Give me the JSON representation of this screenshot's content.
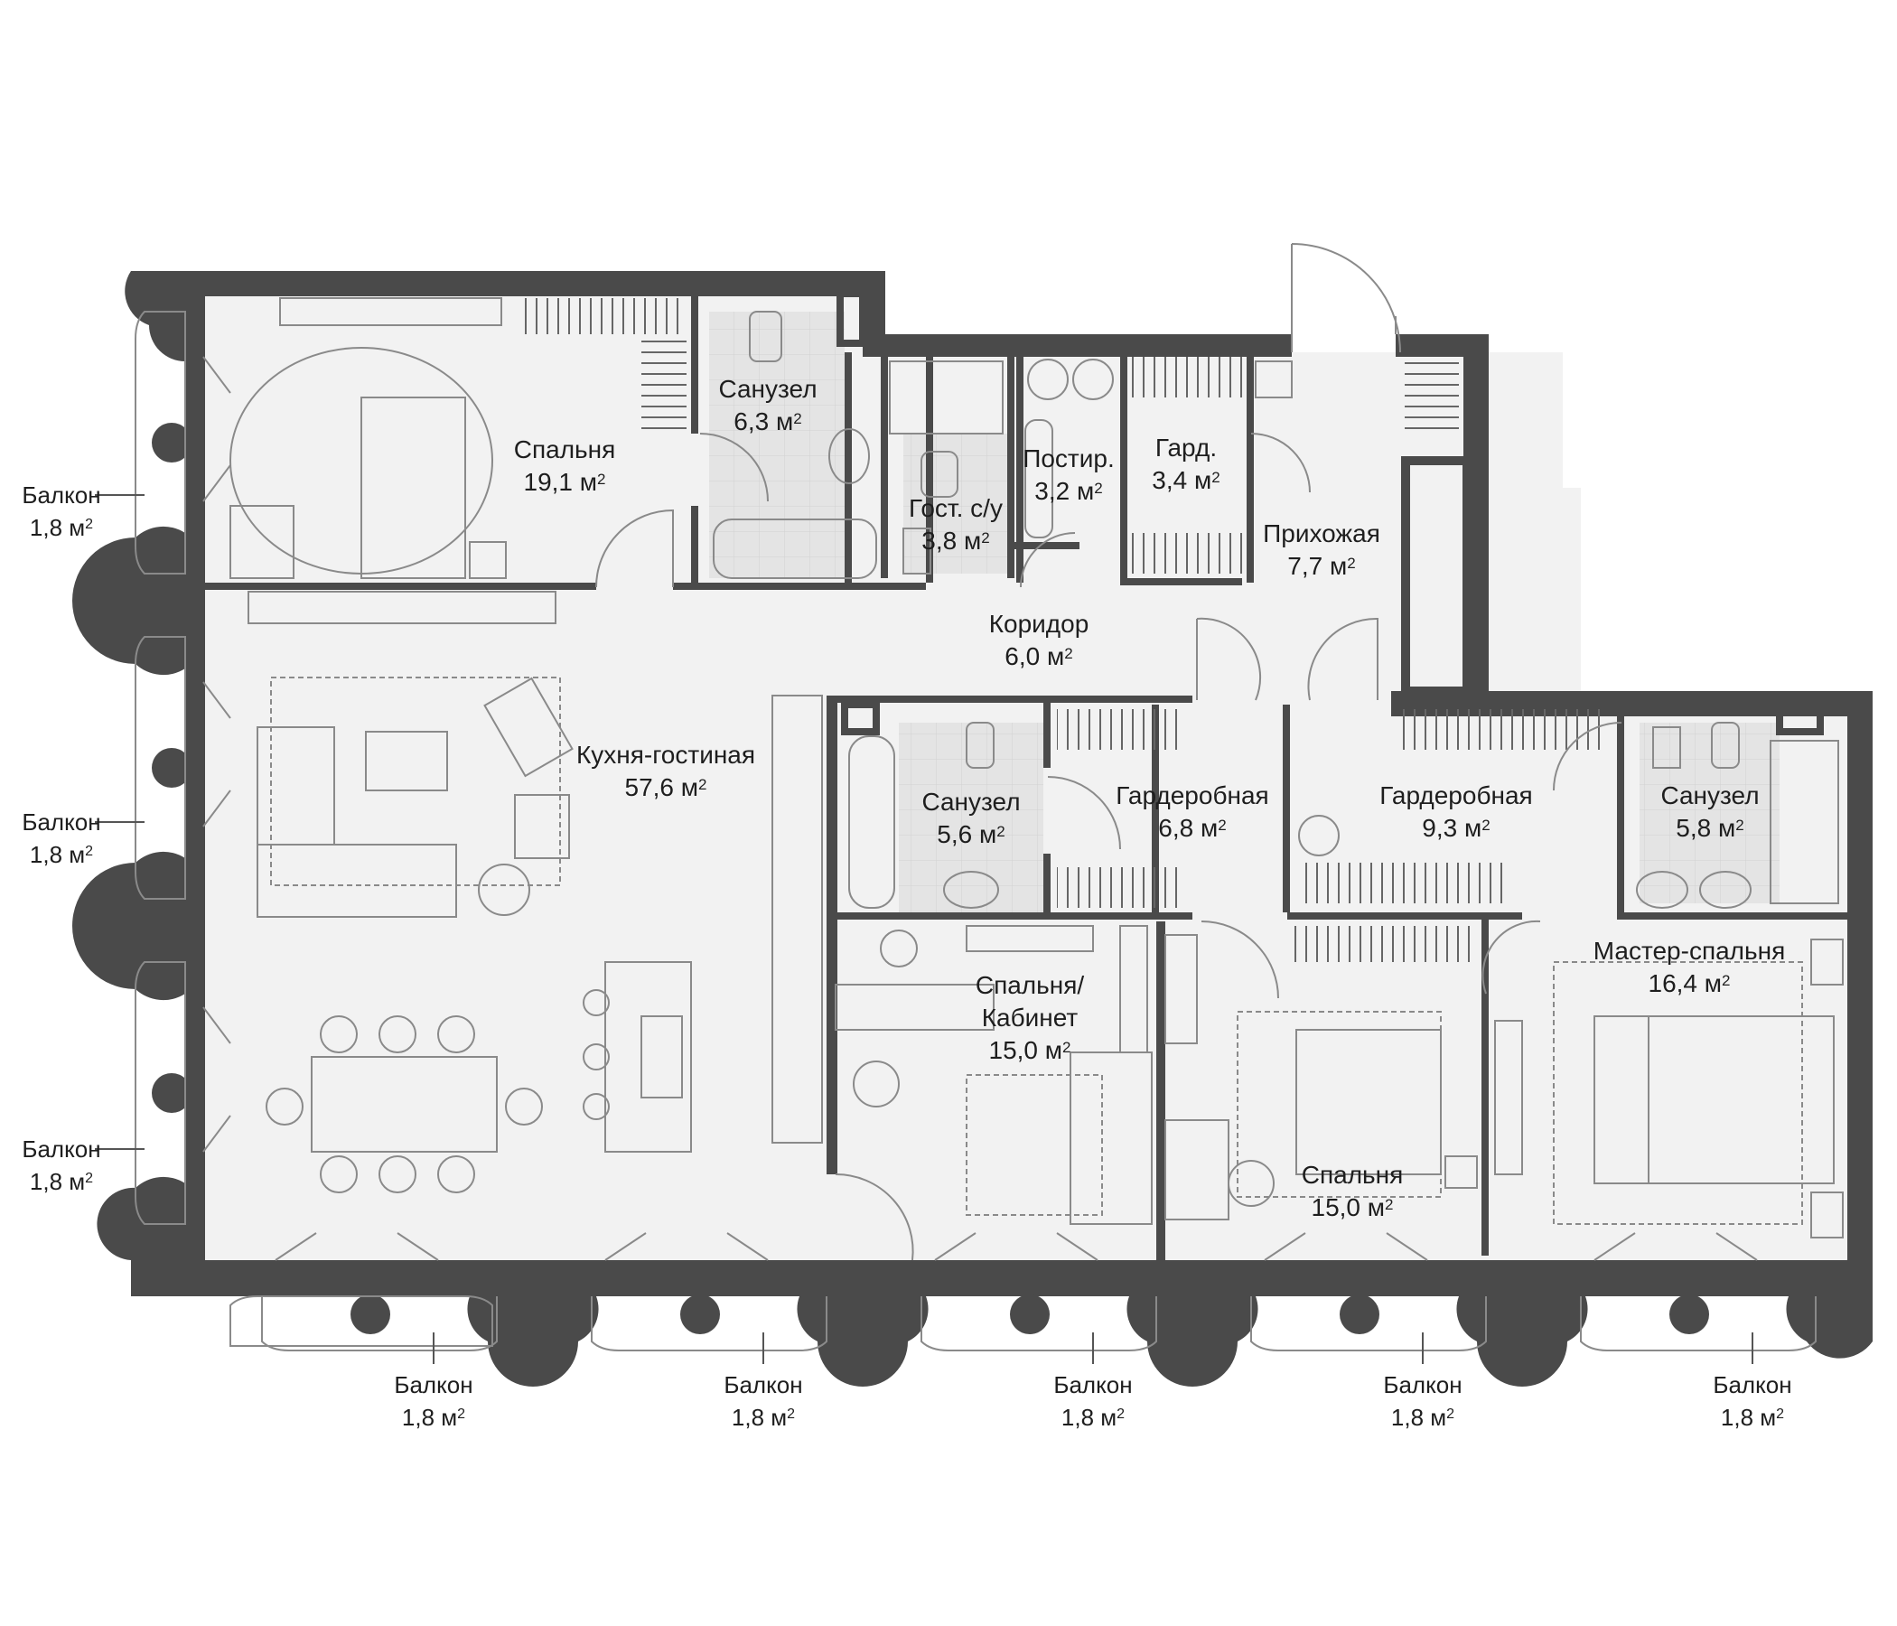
{
  "area_unit": "м",
  "area_power": "2",
  "rooms": [
    {
      "id": "bedroom-1",
      "name": "Спальня",
      "area": "19,1"
    },
    {
      "id": "bathroom-1",
      "name": "Санузел",
      "area": "6,3"
    },
    {
      "id": "guest-wc",
      "name": "Гост. с/у",
      "area": "3,8"
    },
    {
      "id": "laundry",
      "name": "Постир.",
      "area": "3,2"
    },
    {
      "id": "wardrobe-small",
      "name": "Гард.",
      "area": "3,4"
    },
    {
      "id": "hallway",
      "name": "Прихожая",
      "area": "7,7"
    },
    {
      "id": "corridor",
      "name": "Коридор",
      "area": "6,0"
    },
    {
      "id": "kitchen-living",
      "name": "Кухня-гостиная",
      "area": "57,6"
    },
    {
      "id": "bathroom-2",
      "name": "Санузел",
      "area": "5,6"
    },
    {
      "id": "wardrobe-1",
      "name": "Гардеробная",
      "area": "6,8"
    },
    {
      "id": "wardrobe-2",
      "name": "Гардеробная",
      "area": "9,3"
    },
    {
      "id": "bathroom-3",
      "name": "Санузел",
      "area": "5,8"
    },
    {
      "id": "master-bedroom",
      "name": "Мастер-спальня",
      "area": "16,4"
    },
    {
      "id": "bedroom-office",
      "name": "Спальня/\nКабинет",
      "area": "15,0"
    },
    {
      "id": "bedroom-2",
      "name": "Спальня",
      "area": "15,0"
    }
  ],
  "balconies": [
    {
      "name": "Балкон",
      "area": "1,8"
    },
    {
      "name": "Балкон",
      "area": "1,8"
    },
    {
      "name": "Балкон",
      "area": "1,8"
    },
    {
      "name": "Балкон",
      "area": "1,8"
    },
    {
      "name": "Балкон",
      "area": "1,8"
    },
    {
      "name": "Балкон",
      "area": "1,8"
    },
    {
      "name": "Балкон",
      "area": "1,8"
    },
    {
      "name": "Балкон",
      "area": "1,8"
    }
  ],
  "colors": {
    "wall": "#4a4a4a",
    "floor": "#f2f2f2",
    "wet_floor": "#e2e2e2",
    "outline": "#8a8a8a",
    "text": "#1e1e1e"
  }
}
